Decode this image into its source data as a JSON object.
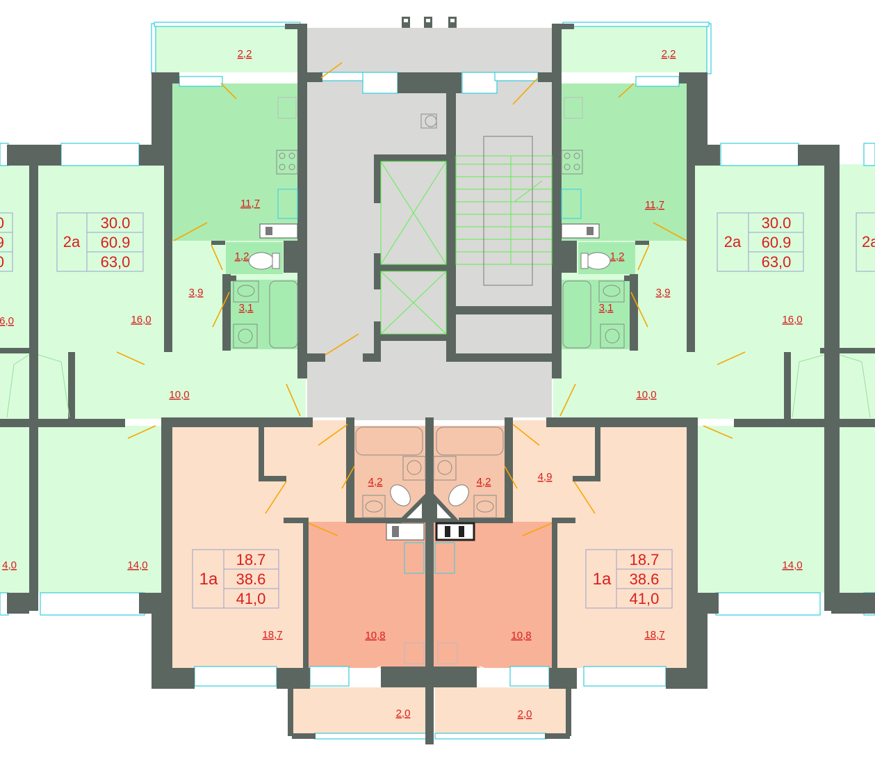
{
  "plan": {
    "units": [
      {
        "id": "2a-left",
        "type": "2а",
        "living": "30.0",
        "total": "60.9",
        "total_with_balcony": "63,0"
      },
      {
        "id": "2a-right",
        "type": "2а",
        "living": "30.0",
        "total": "60.9",
        "total_with_balcony": "63,0"
      },
      {
        "id": "1a-left",
        "type": "1а",
        "living": "18.7",
        "total": "38.6",
        "total_with_balcony": "41,0"
      },
      {
        "id": "1a-right",
        "type": "1а",
        "living": "18.7",
        "total": "38.6",
        "total_with_balcony": "41,0"
      }
    ],
    "edge_units": {
      "left": {
        "r1": "0",
        "r2": "9",
        "r3": "0"
      },
      "right": {
        "type": "2а"
      }
    },
    "rooms": {
      "balcony_top_left": "2,2",
      "balcony_top_right": "2,2",
      "kitchen_left": "11,7",
      "kitchen_right": "11,7",
      "wc_left": "1,2",
      "wc_right": "1,2",
      "bath_left": "3,1",
      "bath_right": "3,1",
      "hall_left": "3,9",
      "hall_right": "3,9",
      "room_left": "16,0",
      "room_right": "16,0",
      "room_far_left": "6,0",
      "corridor_left": "10,0",
      "corridor_right": "10,0",
      "room_bottom_left": "14,0",
      "room_bottom_right": "14,0",
      "room_bottom_far_left": "4,0",
      "bath_1a_left": "4,2",
      "bath_1a_right": "4,2",
      "hall_1a_right": "4,9",
      "room_1a_left": "18,7",
      "room_1a_right": "18,7",
      "kitchen_1a_left": "10,8",
      "kitchen_1a_right": "10,8",
      "balcony_bottom_left": "2,0",
      "balcony_bottom_right": "2,0"
    },
    "colors": {
      "two_room": "#d9fddb",
      "kitchen_two_room": "#acecb3",
      "one_room": "#fde0c9",
      "kitchen_one_room": "#f8b298",
      "stair_core": "#d9d9d7",
      "wall": "#5c6661",
      "label": "#d81e1e"
    }
  }
}
